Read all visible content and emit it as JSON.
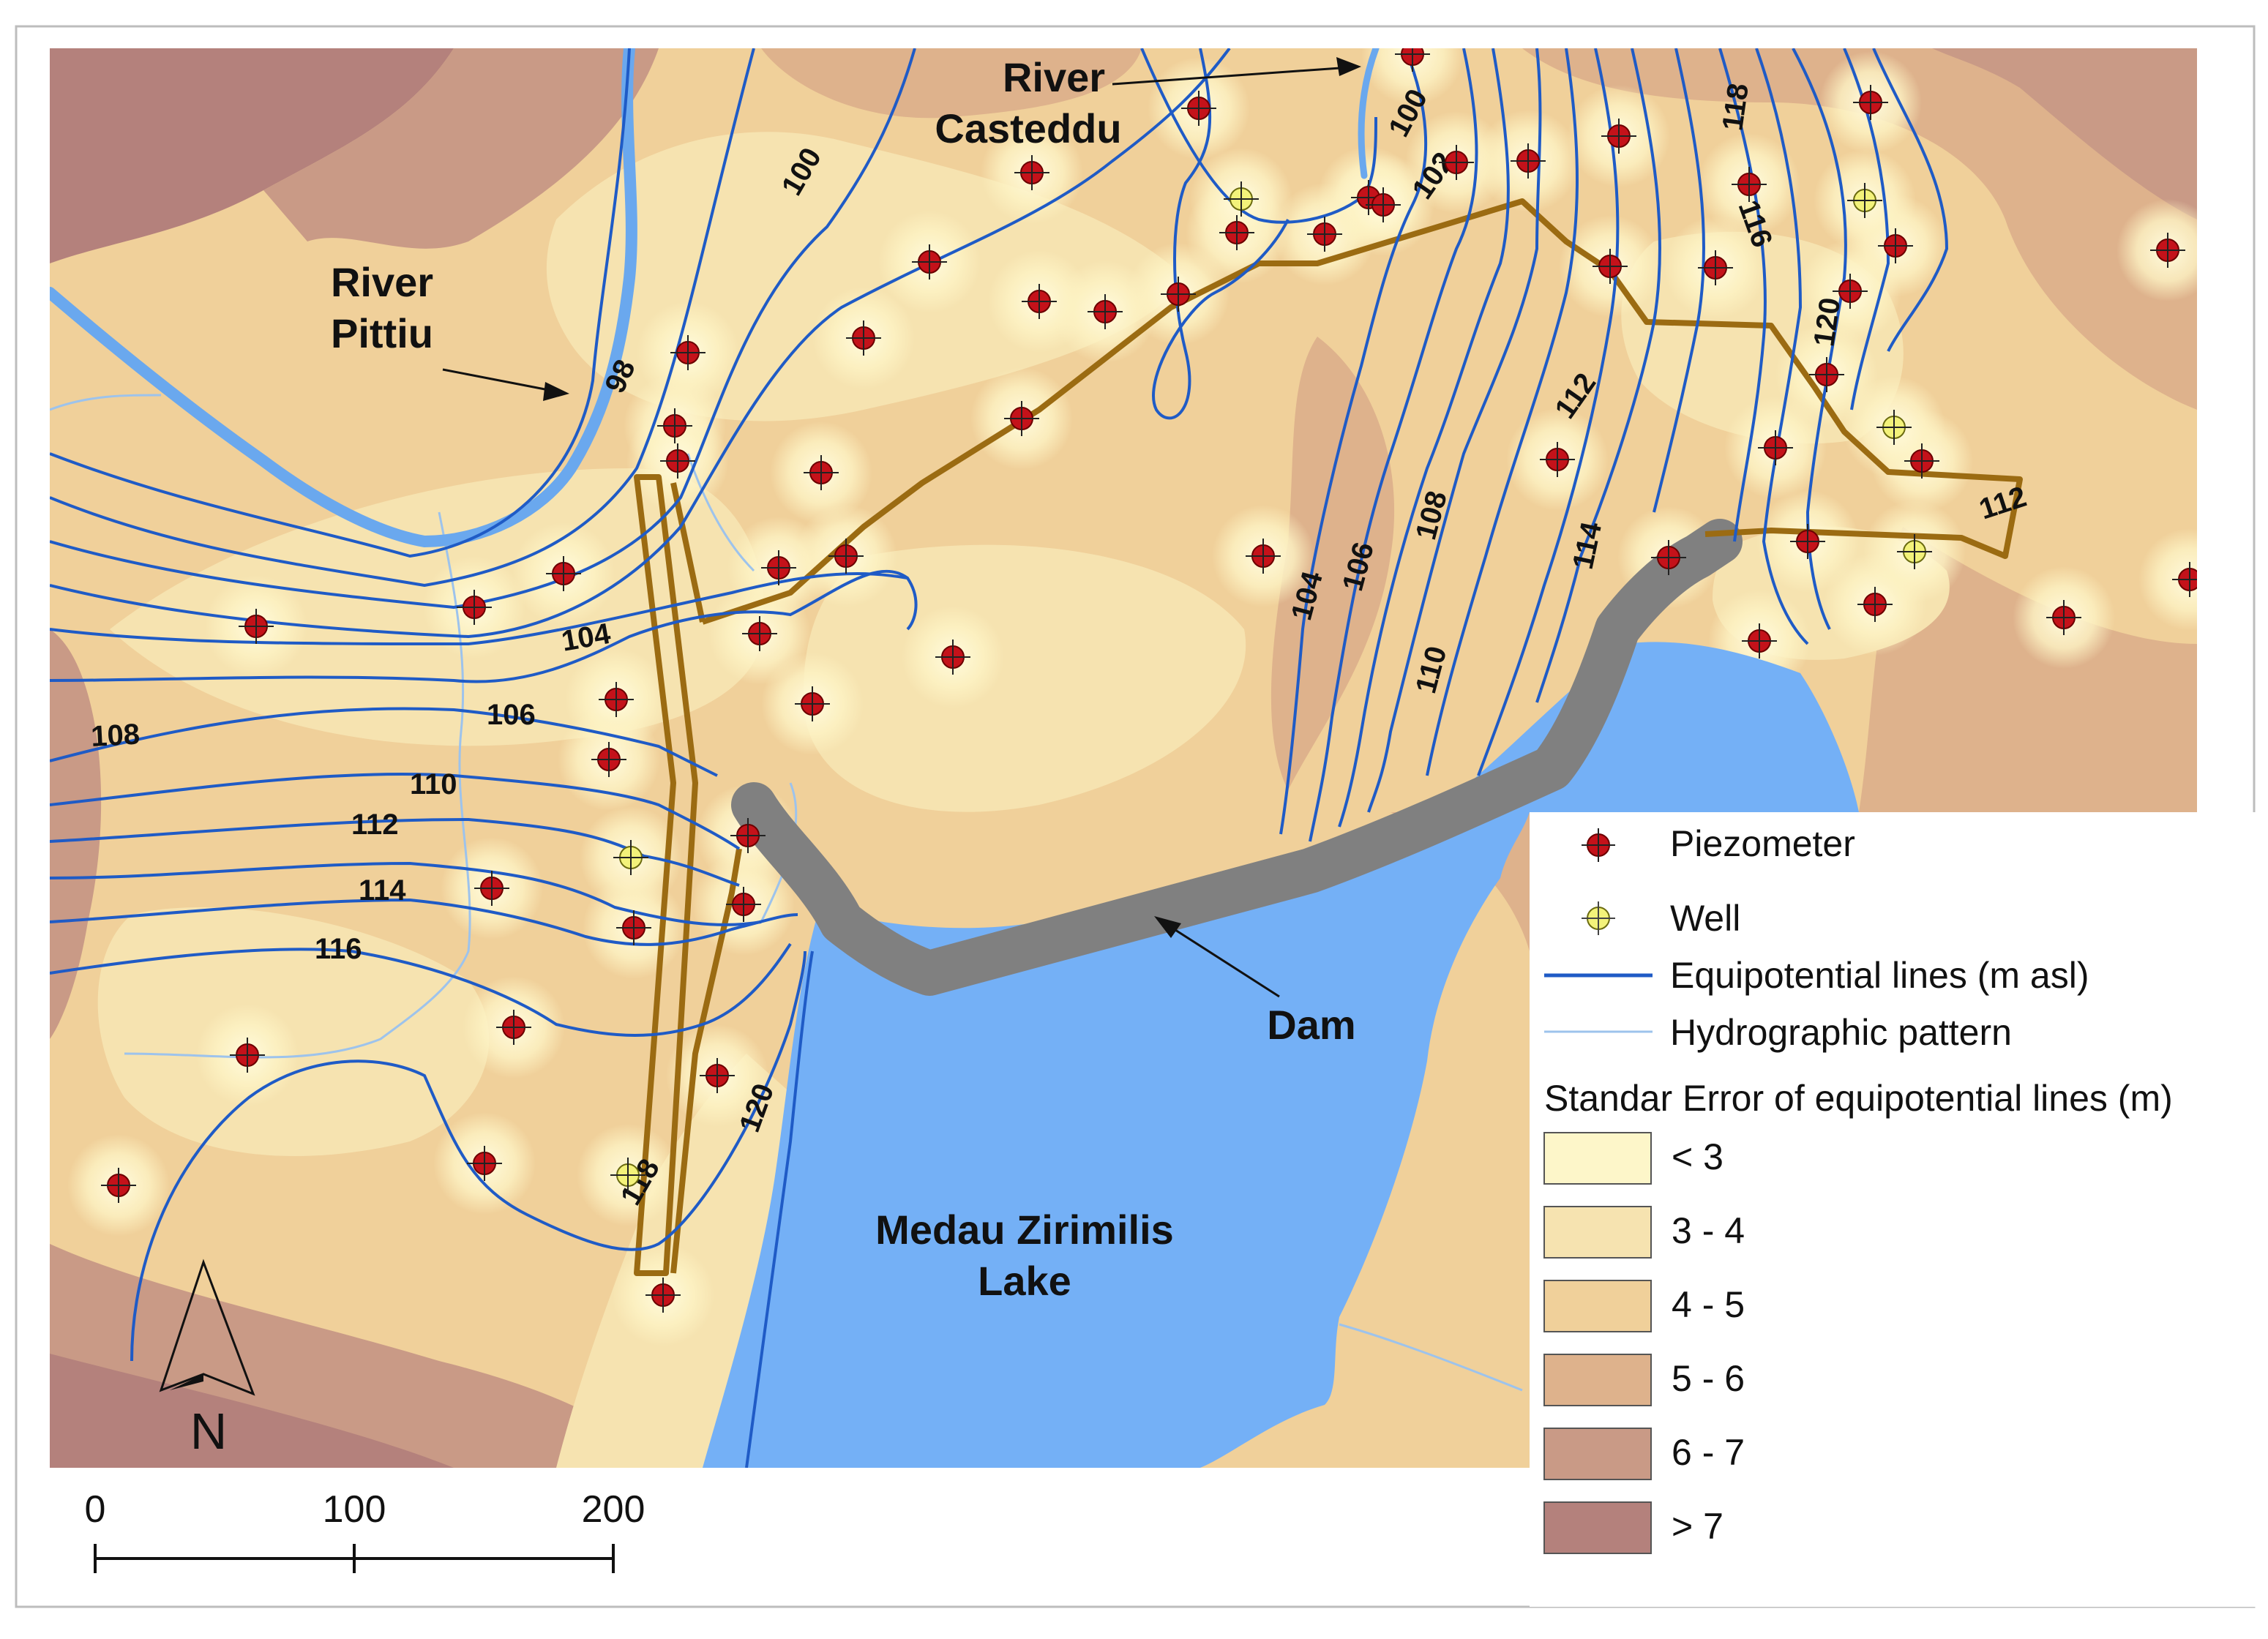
{
  "map": {
    "places": {
      "river_casteddu": [
        "River",
        "Casteddu"
      ],
      "river_pittiu": [
        "River",
        "Pittiu"
      ],
      "dam": "Dam",
      "lake": [
        "Medau Zirimilis",
        "Lake"
      ]
    },
    "contour_labels": [
      "98",
      "100",
      "100",
      "102",
      "104",
      "104",
      "106",
      "106",
      "108",
      "108",
      "110",
      "110",
      "112",
      "112",
      "112",
      "114",
      "114",
      "116",
      "116",
      "118",
      "118",
      "120",
      "120"
    ],
    "north_arrow_label": "N",
    "scale_bar": {
      "ticks": [
        "0",
        "100",
        "200"
      ]
    },
    "colors": {
      "se_lt3": "#fdf6c9",
      "se_3_4": "#f6e3b0",
      "se_4_5": "#f0d09a",
      "se_5_6": "#deb28c",
      "se_6_7": "#c99a86",
      "se_gt7": "#b4817c",
      "lake": "#74b0f6",
      "equipotential": "#1f5bc6",
      "river": "#6aa8ee",
      "hydrographic": "#9dc3ec",
      "dam": "#808080",
      "boundary": "#9b6b12",
      "piezometer": "#c4121a",
      "well": "#f3f27a"
    }
  },
  "legend": {
    "items": [
      {
        "icon": "piezometer-icon",
        "label": "Piezometer"
      },
      {
        "icon": "well-icon",
        "label": "Well"
      },
      {
        "icon": "equipotential-line-icon",
        "label": "Equipotential lines (m asl)"
      },
      {
        "icon": "hydrographic-line-icon",
        "label": "Hydrographic pattern"
      }
    ],
    "se_title": "Standar Error of equipotential lines (m)",
    "se_classes": [
      "< 3",
      "3 - 4",
      "4 - 5",
      "5 - 6",
      "6 - 7",
      "> 7"
    ]
  }
}
